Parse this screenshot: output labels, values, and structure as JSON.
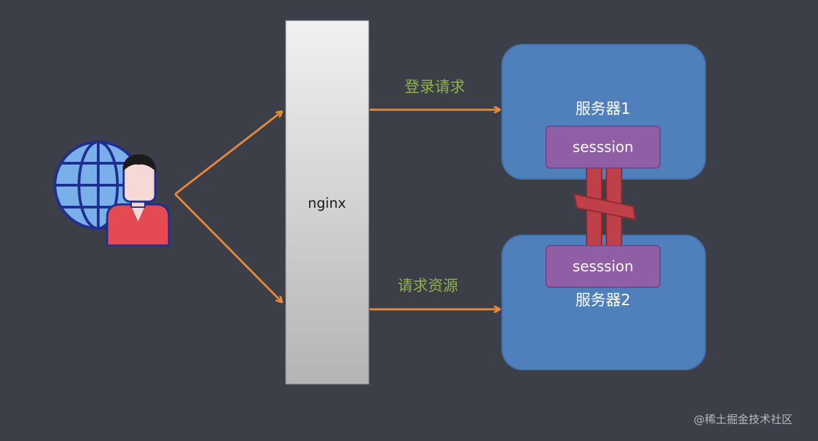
{
  "proxy": {
    "label": "nginx"
  },
  "edges": {
    "login_request": "登录请求",
    "resource_request": "请求资源"
  },
  "servers": [
    {
      "title": "服务器1",
      "session_label": "sesssion"
    },
    {
      "title": "服务器2",
      "session_label": "sesssion"
    }
  ],
  "watermark": "@稀土掘金技术社区",
  "colors": {
    "background": "#3c3f47",
    "server_fill": "#5080bc",
    "session_fill": "#8f5ea5",
    "arrow": "#e8883a",
    "label_text": "#8fb24a",
    "broken_link": "#c0404a"
  },
  "icons": [
    "globe-icon",
    "user-icon",
    "broken-link-icon"
  ]
}
